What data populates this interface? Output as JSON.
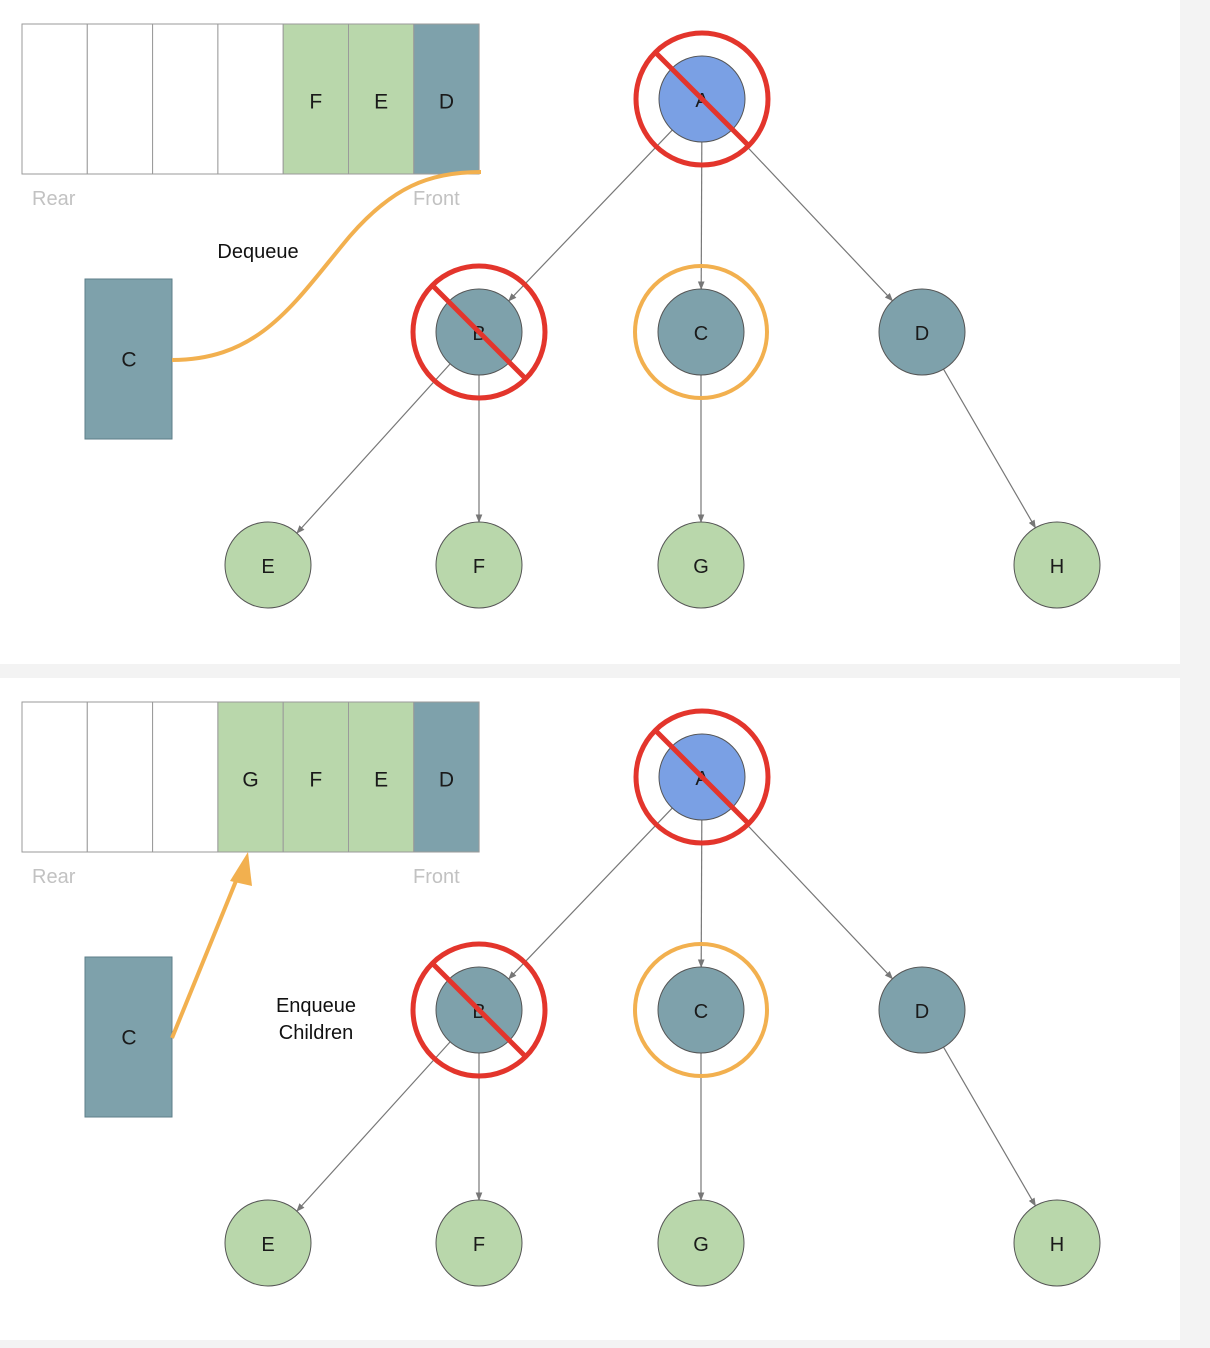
{
  "colors": {
    "empty_cell": "#ffffff",
    "queued": "#b9d7ab",
    "front": "#7ea1ab",
    "root": "#7aa0e4",
    "leaf": "#b9d7ab",
    "visited_mark": "#e3352c",
    "current_mark": "#f2b04f",
    "edge": "#777777",
    "cell_border": "#9a9a9a",
    "panel_bg": "#ffffff"
  },
  "panels": [
    {
      "id": "dequeue",
      "queue": {
        "cells": [
          "",
          "",
          "",
          "",
          "F",
          "E",
          "D"
        ],
        "cell_states": [
          "empty",
          "empty",
          "empty",
          "empty",
          "queued",
          "queued",
          "front"
        ],
        "rear_label": "Rear",
        "front_label": "Front"
      },
      "removed_item": "C",
      "action_lines": [
        "Dequeue"
      ],
      "tree": {
        "nodes": [
          {
            "id": "A",
            "label": "A",
            "kind": "root",
            "mark": "visited"
          },
          {
            "id": "B",
            "label": "B",
            "kind": "internal",
            "mark": "visited"
          },
          {
            "id": "C",
            "label": "C",
            "kind": "internal",
            "mark": "current"
          },
          {
            "id": "D",
            "label": "D",
            "kind": "internal",
            "mark": "none"
          },
          {
            "id": "E",
            "label": "E",
            "kind": "leaf",
            "mark": "none"
          },
          {
            "id": "F",
            "label": "F",
            "kind": "leaf",
            "mark": "none"
          },
          {
            "id": "G",
            "label": "G",
            "kind": "leaf",
            "mark": "none"
          },
          {
            "id": "H",
            "label": "H",
            "kind": "leaf",
            "mark": "none"
          }
        ],
        "edges": [
          [
            "A",
            "B"
          ],
          [
            "A",
            "C"
          ],
          [
            "A",
            "D"
          ],
          [
            "B",
            "E"
          ],
          [
            "B",
            "F"
          ],
          [
            "C",
            "G"
          ],
          [
            "D",
            "H"
          ]
        ]
      }
    },
    {
      "id": "enqueue",
      "queue": {
        "cells": [
          "",
          "",
          "",
          "G",
          "F",
          "E",
          "D"
        ],
        "cell_states": [
          "empty",
          "empty",
          "empty",
          "queued",
          "queued",
          "queued",
          "front"
        ],
        "rear_label": "Rear",
        "front_label": "Front"
      },
      "removed_item": "C",
      "action_lines": [
        "Enqueue",
        "Children"
      ],
      "tree": {
        "nodes": [
          {
            "id": "A",
            "label": "A",
            "kind": "root",
            "mark": "visited"
          },
          {
            "id": "B",
            "label": "B",
            "kind": "internal",
            "mark": "visited"
          },
          {
            "id": "C",
            "label": "C",
            "kind": "internal",
            "mark": "current"
          },
          {
            "id": "D",
            "label": "D",
            "kind": "internal",
            "mark": "none"
          },
          {
            "id": "E",
            "label": "E",
            "kind": "leaf",
            "mark": "none"
          },
          {
            "id": "F",
            "label": "F",
            "kind": "leaf",
            "mark": "none"
          },
          {
            "id": "G",
            "label": "G",
            "kind": "leaf",
            "mark": "none"
          },
          {
            "id": "H",
            "label": "H",
            "kind": "leaf",
            "mark": "none"
          }
        ],
        "edges": [
          [
            "A",
            "B"
          ],
          [
            "A",
            "C"
          ],
          [
            "A",
            "D"
          ],
          [
            "B",
            "E"
          ],
          [
            "B",
            "F"
          ],
          [
            "C",
            "G"
          ],
          [
            "D",
            "H"
          ]
        ]
      }
    }
  ]
}
